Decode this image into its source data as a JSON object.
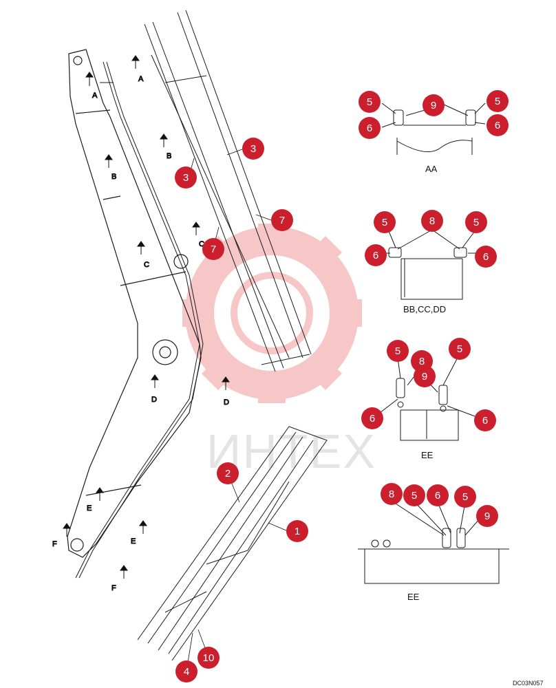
{
  "callout_color": "#cc1f2e",
  "watermark": {
    "text": "ИНТЕХ",
    "color": "#f2a3a3"
  },
  "section_arrows": [
    {
      "id": "A-1",
      "label": "A"
    },
    {
      "id": "A-2",
      "label": "A"
    },
    {
      "id": "B-1",
      "label": "B"
    },
    {
      "id": "B-2",
      "label": "B"
    },
    {
      "id": "C-1",
      "label": "C"
    },
    {
      "id": "C-2",
      "label": "C"
    },
    {
      "id": "D-1",
      "label": "D"
    },
    {
      "id": "D-2",
      "label": "D"
    },
    {
      "id": "E-1",
      "label": "E"
    },
    {
      "id": "E-2",
      "label": "E"
    },
    {
      "id": "F-1",
      "label": "F"
    },
    {
      "id": "F-2",
      "label": "F"
    }
  ],
  "callouts": [
    {
      "id": "c3a",
      "num": "3"
    },
    {
      "id": "c3b",
      "num": "3"
    },
    {
      "id": "c7a",
      "num": "7"
    },
    {
      "id": "c7b",
      "num": "7"
    },
    {
      "id": "c2",
      "num": "2"
    },
    {
      "id": "c1",
      "num": "1"
    },
    {
      "id": "c10",
      "num": "10"
    },
    {
      "id": "c4",
      "num": "4"
    },
    {
      "id": "aa5l",
      "num": "5"
    },
    {
      "id": "aa9",
      "num": "9"
    },
    {
      "id": "aa5r",
      "num": "5"
    },
    {
      "id": "aa6l",
      "num": "6"
    },
    {
      "id": "aa6r",
      "num": "6"
    },
    {
      "id": "bb5l",
      "num": "5"
    },
    {
      "id": "bb8",
      "num": "8"
    },
    {
      "id": "bb5r",
      "num": "5"
    },
    {
      "id": "bb6l",
      "num": "6"
    },
    {
      "id": "bb6r",
      "num": "6"
    },
    {
      "id": "ee5l",
      "num": "5"
    },
    {
      "id": "ee5r",
      "num": "5"
    },
    {
      "id": "ee8",
      "num": "8"
    },
    {
      "id": "ee9",
      "num": "9"
    },
    {
      "id": "ee6l",
      "num": "6"
    },
    {
      "id": "ee6r",
      "num": "6"
    },
    {
      "id": "ee2_8",
      "num": "8"
    },
    {
      "id": "ee2_5a",
      "num": "5"
    },
    {
      "id": "ee2_6",
      "num": "6"
    },
    {
      "id": "ee2_5b",
      "num": "5"
    },
    {
      "id": "ee2_9",
      "num": "9"
    }
  ],
  "detail_titles": {
    "aa": "AA",
    "bb": "BB,CC,DD",
    "ee1": "EE",
    "ee2": "EE"
  },
  "drawing_code": "DC03N057"
}
